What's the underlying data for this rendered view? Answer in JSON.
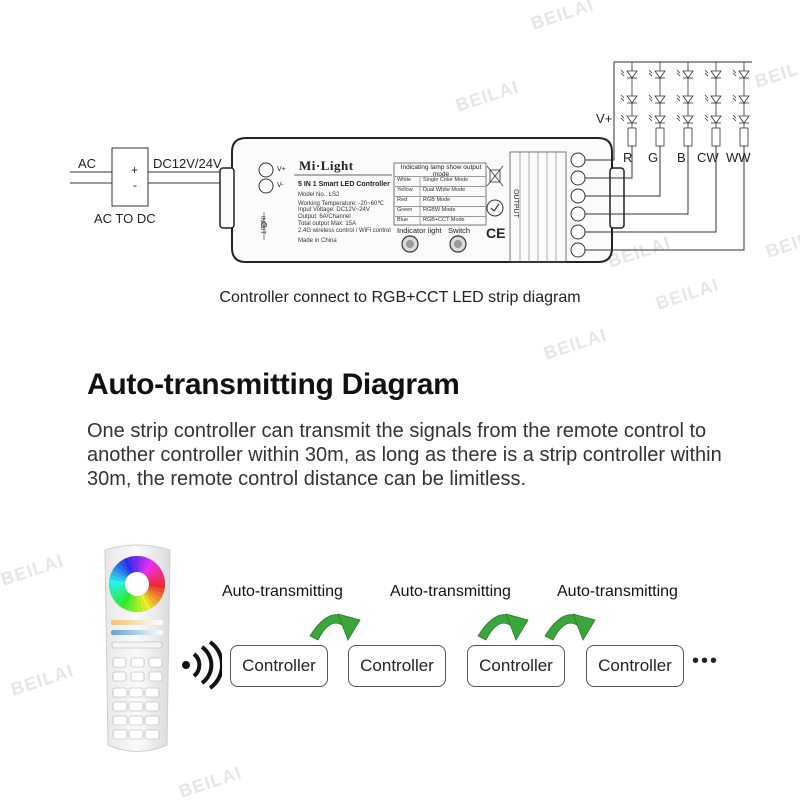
{
  "watermark": "BEILAI",
  "wiring": {
    "ac_label": "AC",
    "dc_label": "DC12V/24V",
    "converter_label": "AC TO DC",
    "plus": "+",
    "minus": "-",
    "vplus_label": "V+",
    "channels": [
      "R",
      "G",
      "B",
      "CW",
      "WW"
    ]
  },
  "controller": {
    "brand": "Mi·Light",
    "vplus": "V+",
    "vminus": "V-",
    "input_label": "INPUT",
    "product_name": "5 IN 1 Smart LED Controller",
    "model": "Model No.: LS2",
    "working_temp": "Working Temperature: -20~60℃",
    "input_voltage": "Input Voltage: DC12V~24V",
    "output_channel": "Output: 6A/Channel",
    "total_output": "Total output Max: 15A",
    "wireless": "2.4G wireless control / WiFi control",
    "made_in": "Made in China",
    "indicator_header": "Indicating lamp show output mode",
    "modes": [
      {
        "color": "White",
        "mode": "Single Color Mode"
      },
      {
        "color": "Yellow",
        "mode": "Dual White Mode"
      },
      {
        "color": "Red",
        "mode": "RGB Mode"
      },
      {
        "color": "Green",
        "mode": "RGBW Mode"
      },
      {
        "color": "Blue",
        "mode": "RGB+CCT Mode"
      }
    ],
    "indicator_light_label": "Indicator light",
    "switch_label": "Switch",
    "output_label": "OUTPUT",
    "ce_mark": "CE"
  },
  "caption": "Controller connect to RGB+CCT LED strip diagram",
  "heading": "Auto-transmitting Diagram",
  "description": "One strip controller can transmit the signals from the remote control to another controller within 30m, as long as there is a strip controller within 30m, the remote control distance can be limitless.",
  "chain": {
    "controller_label": "Controller",
    "auto_label": "Auto-transmitting",
    "ellipsis": "•••"
  },
  "colors": {
    "arrow_green": "#3aa53a",
    "line_dark": "#333333"
  }
}
